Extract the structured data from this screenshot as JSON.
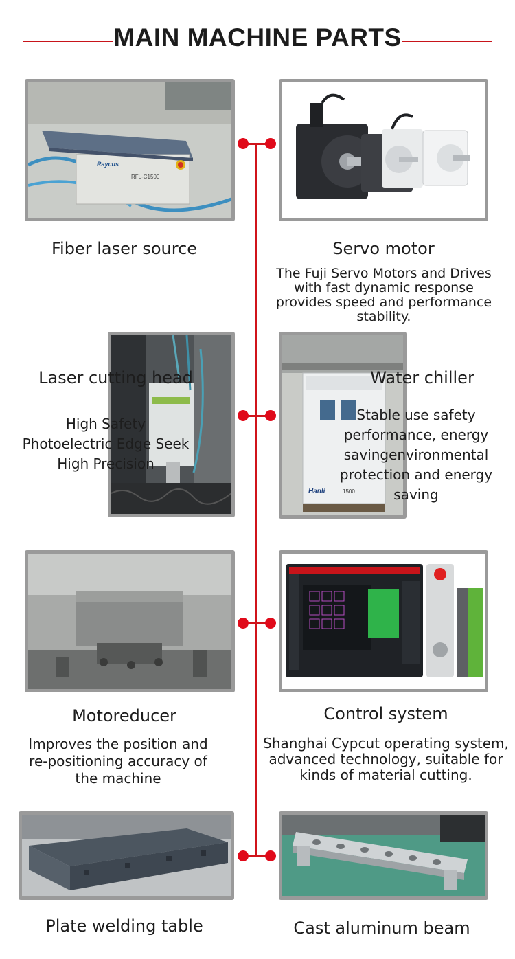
{
  "title": "MAIN MACHINE PARTS",
  "accent_color": "#d0141b",
  "parts": {
    "fiber": {
      "label": "Fiber laser source",
      "image_text": {
        "brand": "Raycus",
        "model": "RFL-C1500"
      }
    },
    "servo": {
      "label": "Servo motor",
      "desc": [
        "The Fuji Servo Motors and Drives",
        "with fast dynamic response",
        "provides speed and performance",
        "stability."
      ]
    },
    "head": {
      "label": "Laser cutting head",
      "desc": [
        "High Safety",
        "Photoelectric Edge Seek",
        "High Precision"
      ]
    },
    "chiller": {
      "label": "Water chiller",
      "desc": [
        "Stable use safety",
        "performance, energy",
        "savingenvironmental",
        "protection and energy",
        "saving"
      ],
      "image_text": {
        "brand": "Hanli",
        "model": "1500"
      }
    },
    "reducer": {
      "label": "Motoreducer",
      "desc": [
        "Improves the position and",
        "re-positioning accuracy of",
        "the machine"
      ]
    },
    "control": {
      "label": "Control system",
      "desc": [
        "Shanghai Cypcut operating system,",
        "advanced technology, suitable for",
        "kinds of material cutting."
      ]
    },
    "table": {
      "label": "Plate welding table"
    },
    "beam": {
      "label": "Cast aluminum beam"
    }
  }
}
